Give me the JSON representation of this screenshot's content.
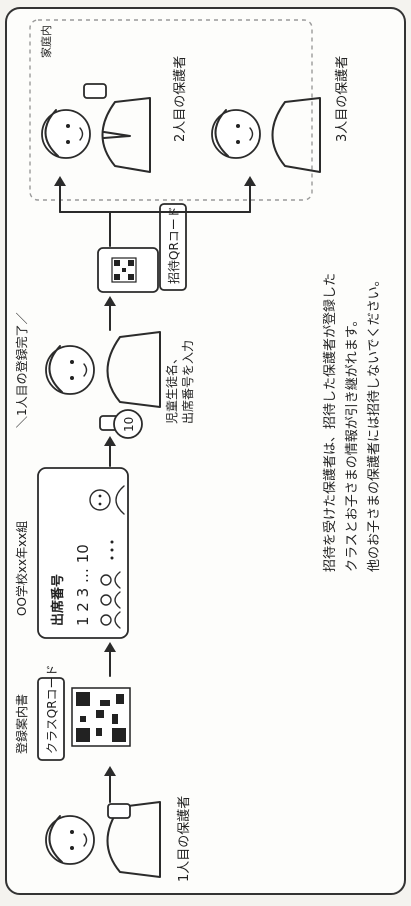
{
  "labels": {
    "parent1": "1人目の保護者",
    "guide": "登録案内書",
    "class_qr": "クラスQRコード",
    "class_info": "OO学校xx年xx組",
    "attendance_title": "出席番号",
    "attendance_nums": "1 2 3 … 10",
    "student_no": "10",
    "input_line1": "児童生徒名、",
    "input_line2": "出席番号を入力",
    "complete": "＼1人目の登録完了／",
    "invite_qr": "招待QRコード",
    "home": "家庭内",
    "parent2": "2人目の保護者",
    "parent3": "3人目の保護者"
  },
  "note": {
    "line1": "招待を受けた保護者は、招待した保護者が登録した",
    "line2": "クラスとお子さまの情報が引き継がれます。",
    "line3": "他のお子さまの保護者には招待しないでください。"
  }
}
